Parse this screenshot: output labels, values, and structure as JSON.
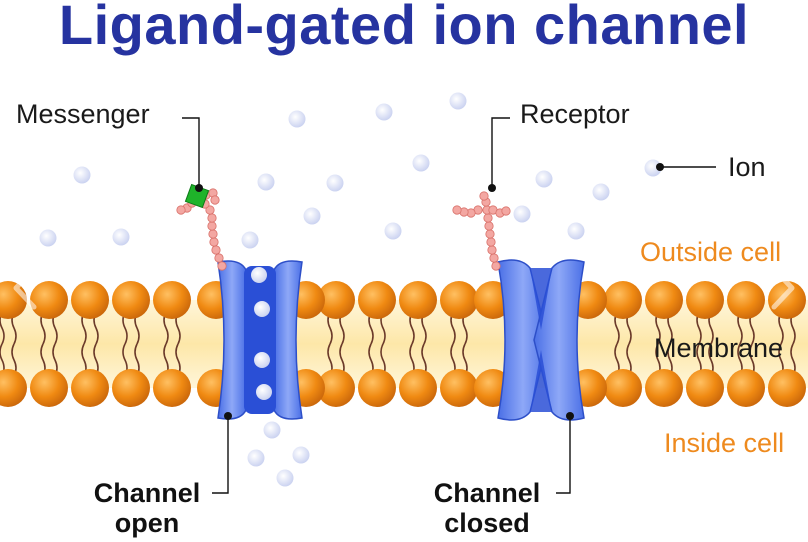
{
  "diagram": {
    "title": "Ligand-gated ion channel",
    "labels": {
      "messenger": "Messenger",
      "receptor": "Receptor",
      "ion": "Ion",
      "outside_cell": "Outside cell",
      "membrane": "Membrane",
      "inside_cell": "Inside cell",
      "channel_open_line1": "Channel",
      "channel_open_line2": "open",
      "channel_closed_line1": "Channel",
      "channel_closed_line2": "closed"
    },
    "colors": {
      "title": "#2633a0",
      "phospholipid_head": "#f08a12",
      "membrane_core": "#fde9b4",
      "channel_protein": "#6f8ff0",
      "channel_dark": "#2a4fd6",
      "ion": "#dfe4f7",
      "messenger": "#1fb32a",
      "receptor_chain": "#f3a7a2",
      "region_label": "#ee8a1e"
    },
    "icons": [
      "previous-arrow-icon",
      "next-arrow-icon"
    ]
  }
}
